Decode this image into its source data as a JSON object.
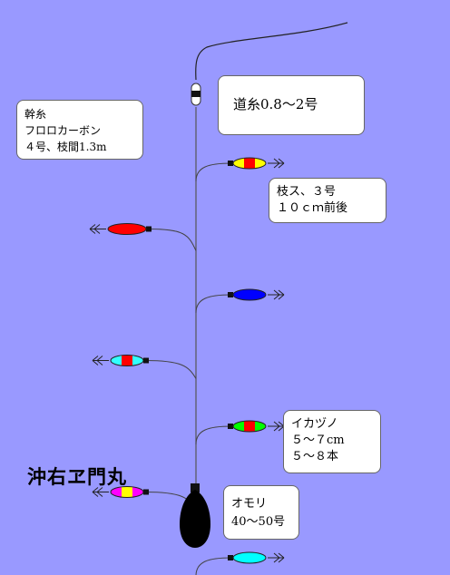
{
  "labels": {
    "main_line": "道糸0.8〜2号",
    "trunk_line": [
      "幹糸",
      "フロロカーボン",
      "４号、枝間1.3m"
    ],
    "branch_line": [
      "枝ス、３号",
      "１０ｃｍ前後"
    ],
    "squid_lure": [
      "イカヅノ",
      "５〜７cm",
      "５〜８本"
    ],
    "sinker": [
      "オモリ",
      "40〜50号"
    ],
    "boat_name": "沖右ヱ門丸"
  },
  "lures": [
    {
      "side": "right",
      "colors": [
        "#ffff00",
        "#ff0000",
        "#ffff00"
      ]
    },
    {
      "side": "left",
      "colors": [
        "#ff0000"
      ]
    },
    {
      "side": "right",
      "colors": [
        "#0000ff"
      ]
    },
    {
      "side": "left",
      "colors": [
        "#33ffff",
        "#ff0000",
        "#33ffff"
      ]
    },
    {
      "side": "right",
      "colors": [
        "#00ff00",
        "#ff0000",
        "#00ff00"
      ]
    },
    {
      "side": "left",
      "colors": [
        "#ff00ff",
        "#ffff00",
        "#ff00ff"
      ]
    },
    {
      "side": "right",
      "colors": [
        "#00ffff"
      ]
    }
  ],
  "colors": {
    "background": "#9999ff",
    "line": "#000000",
    "sinker": "#000000"
  }
}
